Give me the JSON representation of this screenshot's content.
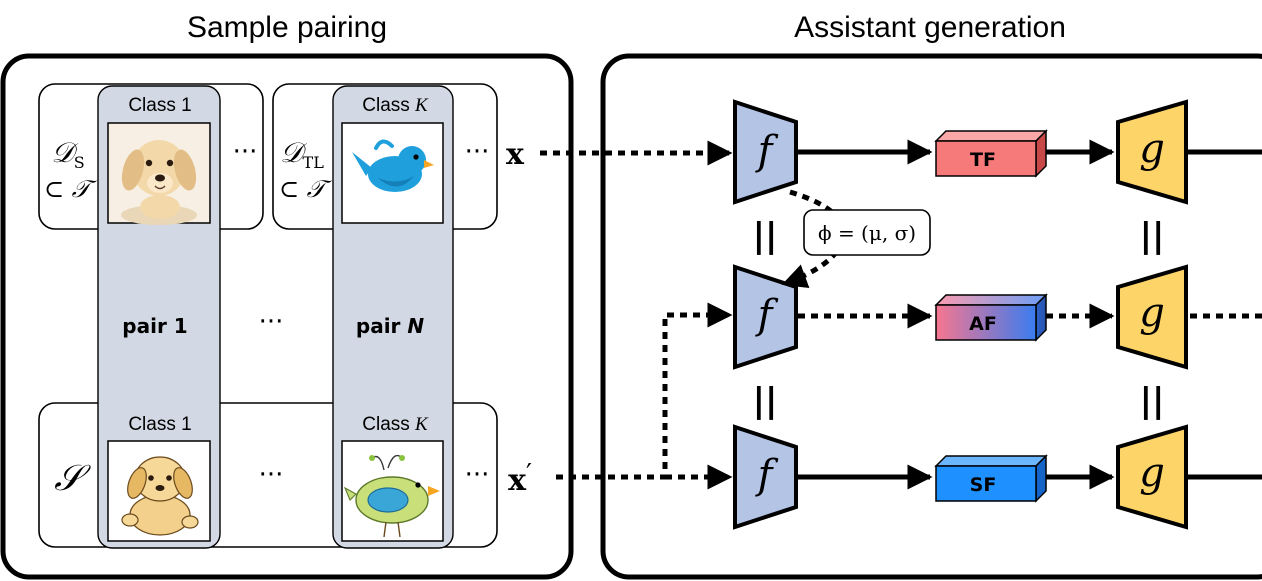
{
  "panels": {
    "left_title": "Sample pairing",
    "right_title": "Assistant generation"
  },
  "sets": {
    "source_symbol": "𝒟",
    "source_sub": "S",
    "target_symbol": "𝒟",
    "target_sub": "TL",
    "subset_label": "⊂ 𝒯",
    "synthetic_symbol": "𝒮"
  },
  "columns": {
    "class_first": "Class 1",
    "class_last_prefix": "Class ",
    "class_last_var": "K",
    "pair_first": "pair 1",
    "pair_last_prefix": "pair ",
    "pair_last_var": "N",
    "ellipsis": "···"
  },
  "inputs": {
    "x_real": "x",
    "x_synth": "x",
    "x_prime": "′"
  },
  "model": {
    "encoder": "f",
    "decoder": "g",
    "equals": "||",
    "stats_label": "ϕ = (μ, σ)",
    "features": {
      "top": "TF",
      "middle": "AF",
      "bottom": "SF"
    }
  },
  "colors": {
    "encoder": "#b4c4e4",
    "decoder": "#fdd467",
    "tf": "#f77a7a",
    "sf": "#1e90ff",
    "af_start": "#f7768f",
    "af_end": "#3a7cf0",
    "column_highlight": "#d3d9e4"
  },
  "icons": {
    "column1_top": "puppy-photo",
    "column2_top": "bluebird-icon",
    "column1_bottom": "cartoon-puppy",
    "column2_bottom": "cartoon-bird"
  }
}
